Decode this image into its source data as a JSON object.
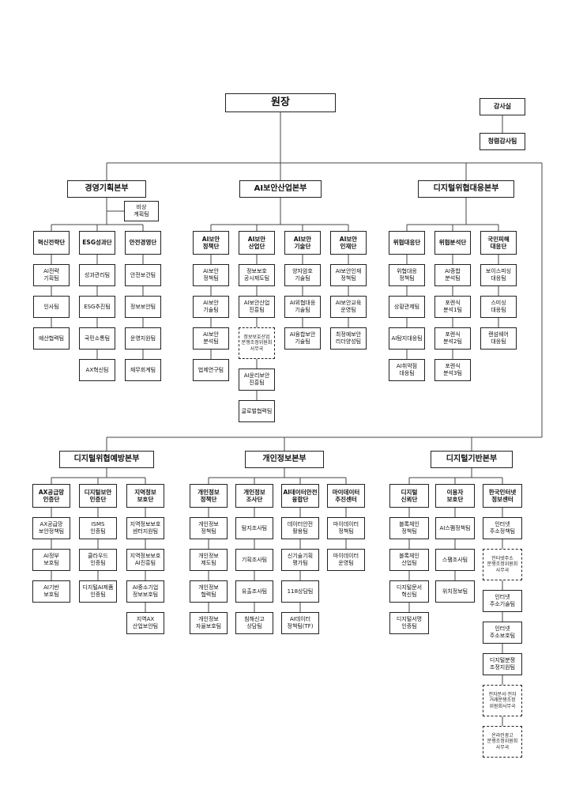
{
  "page": {
    "background": "#ffffff",
    "line_color": "#444444"
  },
  "root": {
    "label": "원장"
  },
  "audit": {
    "items": [
      {
        "label": "감사실"
      },
      {
        "label": "청렴감사팀"
      }
    ]
  },
  "rows": [
    {
      "divisions": [
        {
          "label": "경영기획본부",
          "side_team": {
            "label": "비상\n계획팀"
          },
          "groups": [
            {
              "label": "혁신전략단",
              "teams": [
                {
                  "label": "AI전략\n기획팀"
                },
                {
                  "label": "인사팀"
                },
                {
                  "label": "예산협력팀"
                }
              ]
            },
            {
              "label": "ESG성과단",
              "teams": [
                {
                  "label": "성과관리팀"
                },
                {
                  "label": "ESG추진팀"
                },
                {
                  "label": "국민소통팀"
                },
                {
                  "label": "AX혁신팀"
                }
              ]
            },
            {
              "label": "안전경영단",
              "teams": [
                {
                  "label": "안전보건팀"
                },
                {
                  "label": "정보보안팀"
                },
                {
                  "label": "운영지원팀"
                },
                {
                  "label": "재무회계팀"
                }
              ]
            }
          ]
        },
        {
          "label": "AI보안산업본부",
          "groups": [
            {
              "label": "AI보안\n정책단",
              "teams": [
                {
                  "label": "AI보안\n정책팀"
                },
                {
                  "label": "AI보안\n기술팀"
                },
                {
                  "label": "AI보안\n분석팀"
                },
                {
                  "label": "법제연구팀"
                }
              ]
            },
            {
              "label": "AI보안\n산업단",
              "teams": [
                {
                  "label": "정보보호\n공시제도팀"
                },
                {
                  "label": "AI보안산업\n진흥팀"
                },
                {
                  "label": "정보보호산업\n분쟁조정위원회\n사무국",
                  "dashed": true
                },
                {
                  "label": "AI윤리보안\n진흥팀"
                },
                {
                  "label": "글로벌협력팀"
                }
              ]
            },
            {
              "label": "AI보안\n기술단",
              "teams": [
                {
                  "label": "양자암호\n기술팀"
                },
                {
                  "label": "AI위협대응\n기술팀"
                },
                {
                  "label": "AI융합보안\n기술팀"
                }
              ]
            },
            {
              "label": "AI보안\n인재단",
              "teams": [
                {
                  "label": "AI보안인재\n정책팀"
                },
                {
                  "label": "AI보안교육\n운영팀"
                },
                {
                  "label": "최정예보안\n리더양성팀"
                }
              ]
            }
          ]
        },
        {
          "label": "디지털위협대응본부",
          "groups": [
            {
              "label": "위협대응단",
              "teams": [
                {
                  "label": "위협대응\n정책팀"
                },
                {
                  "label": "상황관제팀"
                },
                {
                  "label": "AI탐지대응팀"
                },
                {
                  "label": "AI취약점\n대응팀"
                }
              ]
            },
            {
              "label": "위협분석단",
              "teams": [
                {
                  "label": "AI종합\n분석팀"
                },
                {
                  "label": "포렌식\n분석1팀"
                },
                {
                  "label": "포렌식\n분석2팀"
                },
                {
                  "label": "포렌식\n분석3팀"
                }
              ]
            },
            {
              "label": "국민피해\n대응단",
              "teams": [
                {
                  "label": "보이스피싱\n대응팀"
                },
                {
                  "label": "스미싱\n대응팀"
                },
                {
                  "label": "랜섬웨어\n대응팀"
                }
              ]
            }
          ]
        }
      ]
    },
    {
      "divisions": [
        {
          "label": "디지털위협예방본부",
          "groups": [
            {
              "label": "AX공급망\n인증단",
              "teams": [
                {
                  "label": "AX공급망\n보안정책팀"
                },
                {
                  "label": "AI정부\n보호팀"
                },
                {
                  "label": "AI기반\n보호팀"
                }
              ]
            },
            {
              "label": "디지털보안\n인증단",
              "teams": [
                {
                  "label": "ISMS\n인증팀"
                },
                {
                  "label": "클라우드\n인증팀"
                },
                {
                  "label": "디지털AI제품\n인증팀"
                }
              ]
            },
            {
              "label": "지역정보\n보호단",
              "teams": [
                {
                  "label": "지역정보보호\n센터지원팀"
                },
                {
                  "label": "지역정보보호\nAI진흥팀"
                },
                {
                  "label": "AI중소기업\n정보보호팀"
                },
                {
                  "label": "지역AX\n산업보안팀"
                }
              ]
            }
          ]
        },
        {
          "label": "개인정보본부",
          "groups": [
            {
              "label": "개인정보\n정책단",
              "teams": [
                {
                  "label": "개인정보\n정책팀"
                },
                {
                  "label": "개인정보\n제도팀"
                },
                {
                  "label": "개인정보\n협력팀"
                },
                {
                  "label": "개인정보\n자율보호팀"
                }
              ]
            },
            {
              "label": "개인정보\n조사단",
              "teams": [
                {
                  "label": "탐지조사팀"
                },
                {
                  "label": "기획조사팀"
                },
                {
                  "label": "유출조사팀"
                },
                {
                  "label": "침해신고\n상담팀"
                }
              ]
            },
            {
              "label": "AI데이터안전\n융합단",
              "teams": [
                {
                  "label": "데이터안전\n활용팀"
                },
                {
                  "label": "신기술기획\n평가팀"
                },
                {
                  "label": "118상담팀"
                },
                {
                  "label": "AI데이터\n정책팀(TF)"
                }
              ]
            },
            {
              "label": "마이데이터\n추진센터",
              "teams": [
                {
                  "label": "마이데이터\n정책팀"
                },
                {
                  "label": "마이데이터\n운영팀"
                }
              ]
            }
          ]
        },
        {
          "label": "디지털기반본부",
          "groups": [
            {
              "label": "디지털\n신뢰단",
              "teams": [
                {
                  "label": "블록체인\n정책팀"
                },
                {
                  "label": "블록체인\n산업팀"
                },
                {
                  "label": "디지털문서\n혁신팀"
                },
                {
                  "label": "디지털서명\n인증팀"
                }
              ]
            },
            {
              "label": "이용자\n보호단",
              "teams": [
                {
                  "label": "AI스팸정책팀"
                },
                {
                  "label": "스팸조사팀"
                },
                {
                  "label": "위치정보팀"
                }
              ]
            },
            {
              "label": "한국인터넷\n정보센터",
              "teams": [
                {
                  "label": "인터넷\n주소정책팀"
                },
                {
                  "label": "인터넷주소\n분쟁조정위원회\n사무국",
                  "dashed": true
                },
                {
                  "label": "인터넷\n주소기술팀"
                },
                {
                  "label": "인터넷\n주소보호팀"
                },
                {
                  "label": "디지털분쟁\n조정지원팀"
                },
                {
                  "label": "전자문서·전자\n거래분쟁조정\n위원회사무국",
                  "dashed": true
                },
                {
                  "label": "온라인광고\n분쟁조정위원회\n사무국",
                  "dashed": true
                }
              ]
            }
          ]
        }
      ]
    }
  ]
}
